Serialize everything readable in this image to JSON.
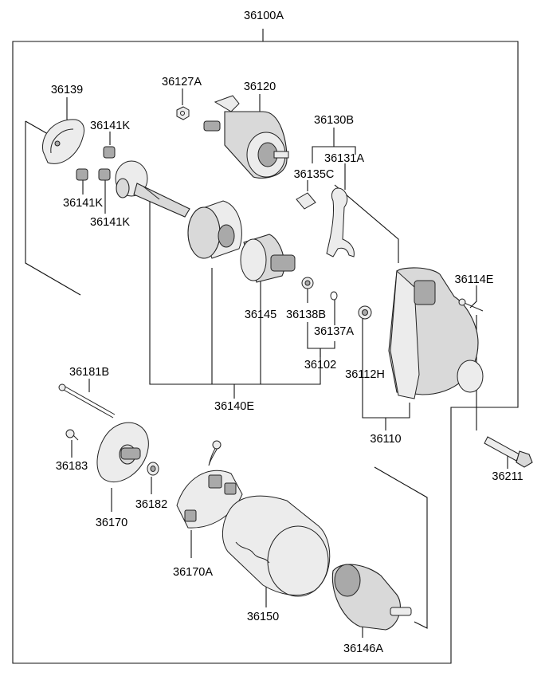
{
  "labels": {
    "assembly": "36100A",
    "p36139": "36139",
    "p36127A": "36127A",
    "p36120": "36120",
    "p36141K_a": "36141K",
    "p36141K_b": "36141K",
    "p36141K_c": "36141K",
    "p36130B": "36130B",
    "p36131A": "36131A",
    "p36135C": "36135C",
    "p36114E": "36114E",
    "p36145": "36145",
    "p36138B": "36138B",
    "p36137A": "36137A",
    "p36102": "36102",
    "p36112H": "36112H",
    "p36140E": "36140E",
    "p36110": "36110",
    "p36181B": "36181B",
    "p36183": "36183",
    "p36182": "36182",
    "p36170": "36170",
    "p36170A": "36170A",
    "p36150": "36150",
    "p36146A": "36146A",
    "p36211": "36211"
  }
}
